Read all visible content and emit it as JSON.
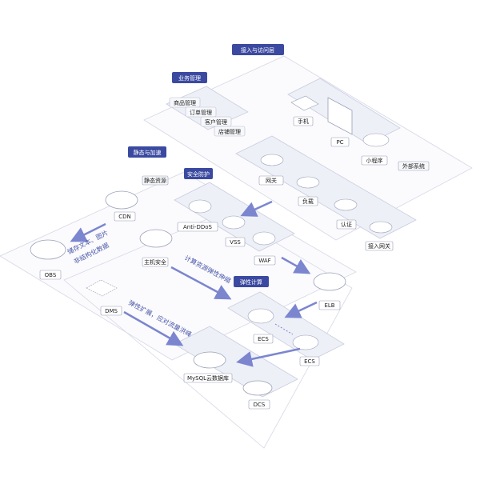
{
  "colors": {
    "accent": "#3b4aa0",
    "arrow": "#7b86cf",
    "panel": "#eef0f7",
    "panel_stroke": "#c9cde0",
    "node_body": "#f7f8fb",
    "node_top": "#ffffff",
    "node_side": "#d8dbe6"
  },
  "tags": {
    "top": "接入与访问层",
    "biz": "业务管理",
    "static": "静态与加速",
    "security": "安全防护",
    "compute": "弹性计算"
  },
  "biz_items": [
    "商品管理",
    "订单管理",
    "客户管理",
    "店铺管理"
  ],
  "clients": {
    "mobile": "手机",
    "pc": "PC",
    "miniapp": "小程序",
    "external": "外部系统"
  },
  "access": {
    "gateway": "网关",
    "lb": "负载",
    "auth": "认证",
    "portal": "接入网关"
  },
  "nodes": {
    "cdn": "CDN",
    "obs": "OBS",
    "antiddos": "Anti-DDoS",
    "vss": "VSS",
    "waf": "WAF",
    "host": "主机安全",
    "elb": "ELB",
    "ecs1": "ECS",
    "ecs2": "ECS",
    "dms": "DMS",
    "mysql": "MySQL云数据库",
    "dcs": "DCS",
    "misc": "静态资源"
  },
  "edges": {
    "storage": "储存文本、图片",
    "storage2": "非结构化数据",
    "scaling": "计算资源弹性伸缩",
    "elastic": "弹性扩展，应对流量洪峰"
  }
}
